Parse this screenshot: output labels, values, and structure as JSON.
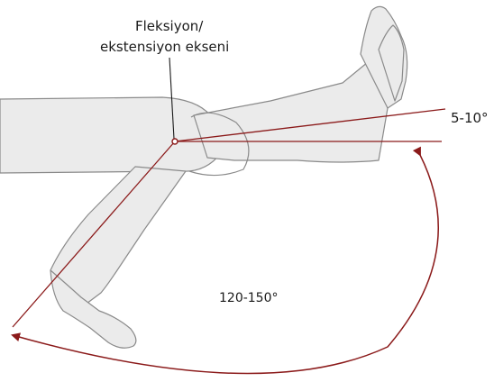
{
  "labels": {
    "axis_line1": "Fleksiyon/",
    "axis_line2": "ekstensiyon ekseni",
    "hyperextension": "5-10°",
    "flexion": "120-150°"
  },
  "colors": {
    "skin_fill": "#ebebeb",
    "outline": "#8a8a8a",
    "angle_lines": "#8b1a1a",
    "text": "#1a1a1a"
  },
  "figure": {
    "subject": "leg-flexion-extension-range-of-motion",
    "icons": [
      "extended-leg",
      "flexed-leg",
      "knee-pivot",
      "flexion-arc-arrow",
      "extension-arc-arrow"
    ]
  }
}
